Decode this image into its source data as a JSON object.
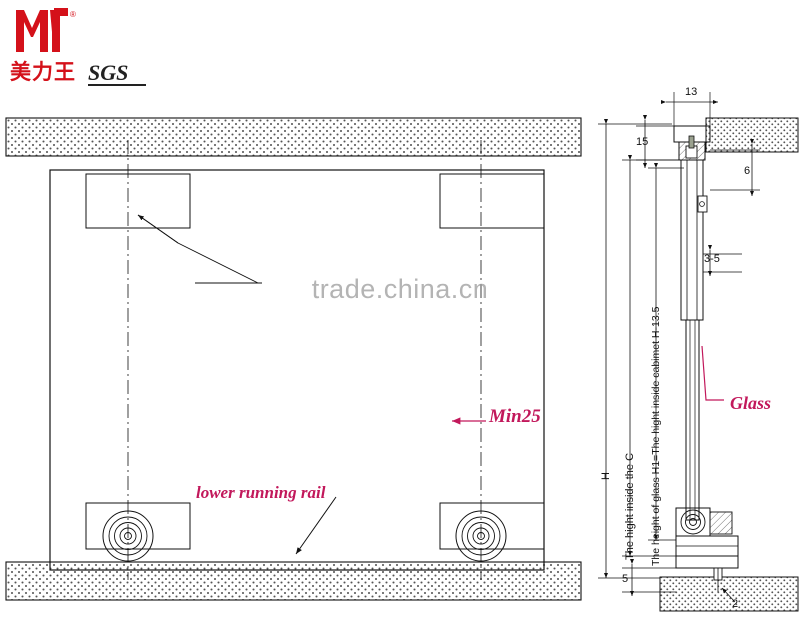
{
  "logo": {
    "brand_cn": "美力王",
    "registered_mark": "®",
    "cert_label": "SGS",
    "mark_icon": "mlw-monogram-icon"
  },
  "watermark": {
    "text": "trade.china.cn"
  },
  "diagram": {
    "title_labels": {
      "min25": "Min25",
      "lower_running_rail": "lower running rail",
      "glass": "Glass"
    },
    "side_view_labels": {
      "h_main": "H",
      "height_inside_cabinet": "The hight inside the C",
      "height_of_glass": "The height of glass H1=The hight inside cabimet H-13.5"
    },
    "dimensions": {
      "top_width": "13",
      "top_offset": "15",
      "right_offset": "6",
      "gap": "3-5",
      "bottom_offset": "5",
      "bottom_small": "2"
    }
  }
}
